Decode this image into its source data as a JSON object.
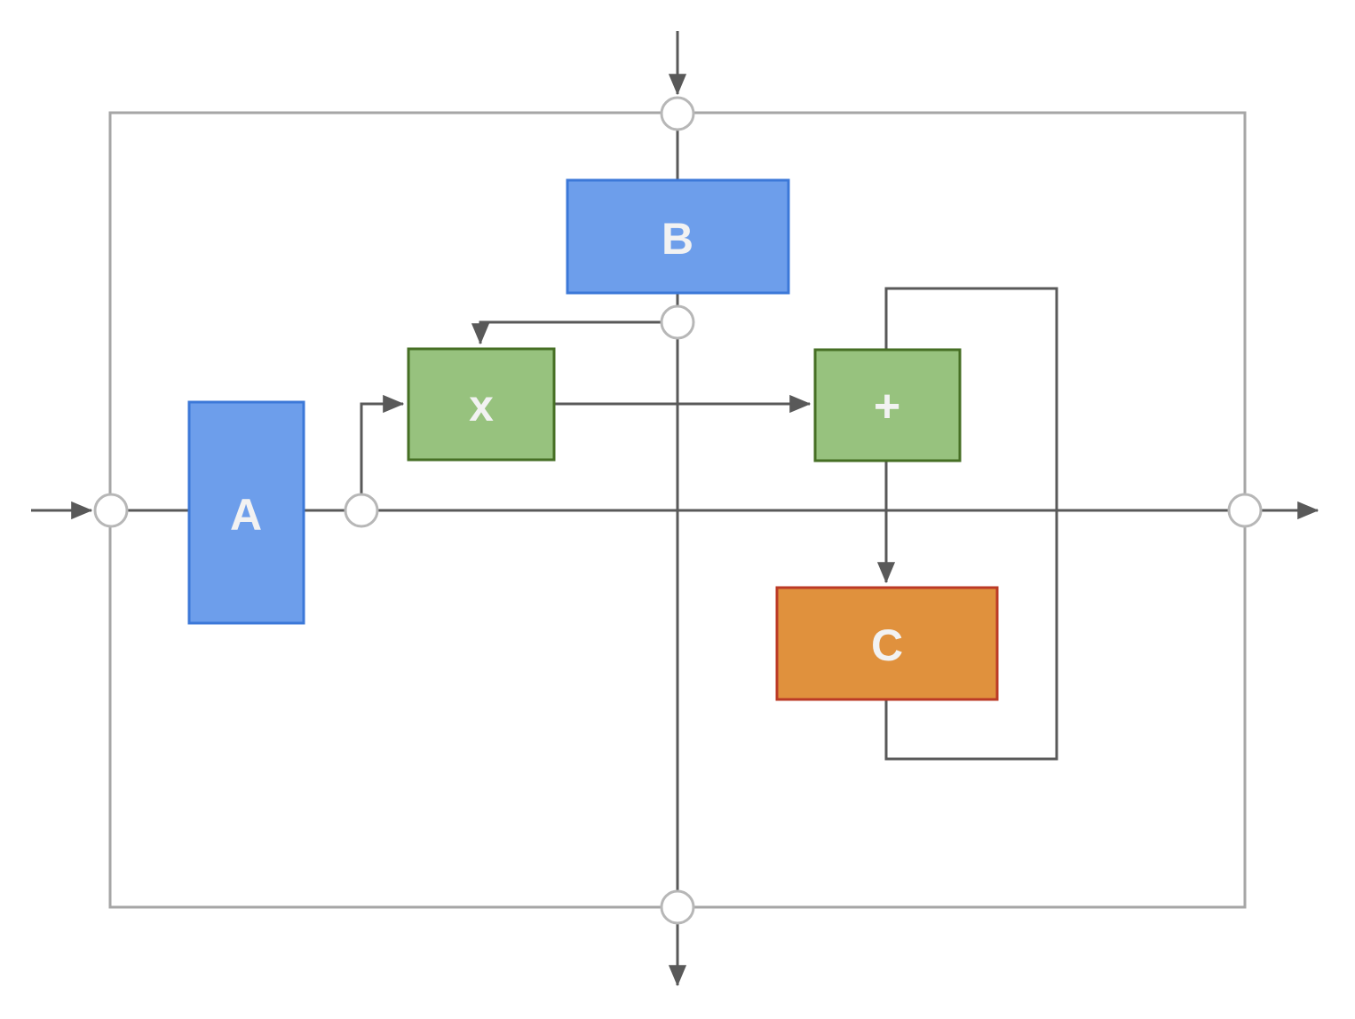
{
  "diagram": {
    "nodes": [
      {
        "id": "A",
        "label": "A"
      },
      {
        "id": "B",
        "label": "B"
      },
      {
        "id": "mul",
        "label": "x"
      },
      {
        "id": "add",
        "label": "+"
      },
      {
        "id": "C",
        "label": "C"
      }
    ],
    "colors": {
      "blue_fill": "#6d9eeb",
      "blue_border": "#3c78d8",
      "green_fill": "#97c27e",
      "green_border": "#466f24",
      "orange_fill": "#e0913d",
      "orange_border": "#bb3a26",
      "line": "#595959",
      "frame": "#a6a6a6",
      "port_stroke": "#b7b7b7",
      "port_fill": "#ffffff",
      "label": "#f2f2f2"
    }
  }
}
